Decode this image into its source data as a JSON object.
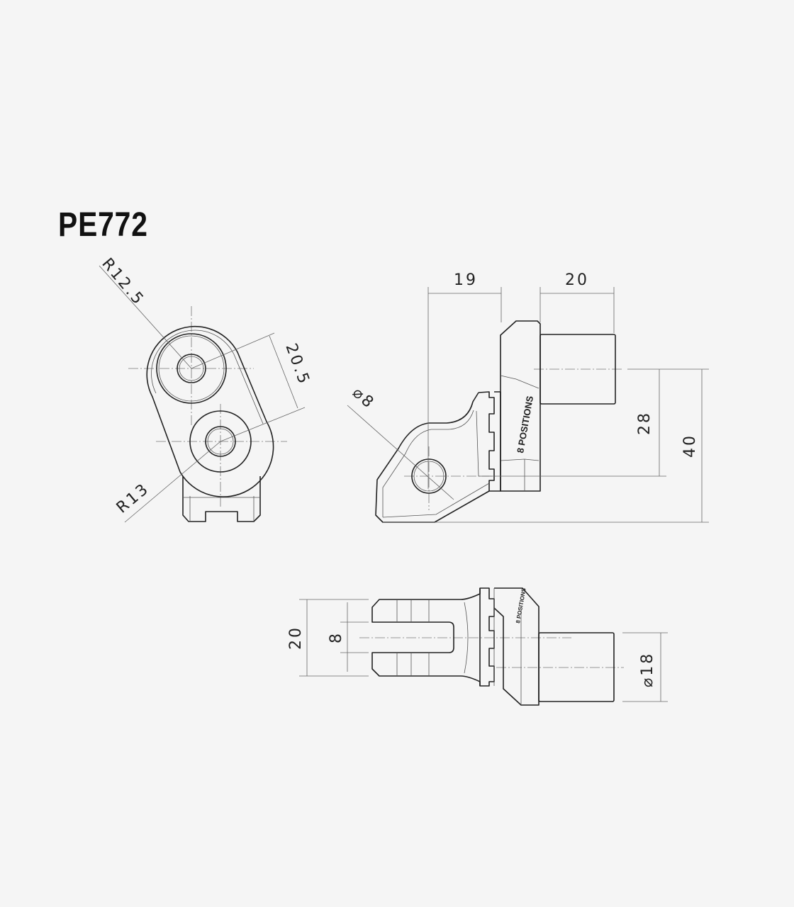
{
  "title": "PE772",
  "views": {
    "front": {
      "dims": {
        "radius_top": "R12.5",
        "radius_bottom": "R13",
        "center_distance": "20.5"
      }
    },
    "side": {
      "dims": {
        "offset": "19",
        "shaft_length": "20",
        "height_to_hole": "28",
        "total_height": "40",
        "hole_diameter": "⌀8"
      },
      "engraving": "8 POSITIONS"
    },
    "top": {
      "dims": {
        "fork_width": "20",
        "slot_width": "8",
        "shaft_diameter": "⌀18"
      },
      "engraving": "8 POSITIONS"
    }
  }
}
